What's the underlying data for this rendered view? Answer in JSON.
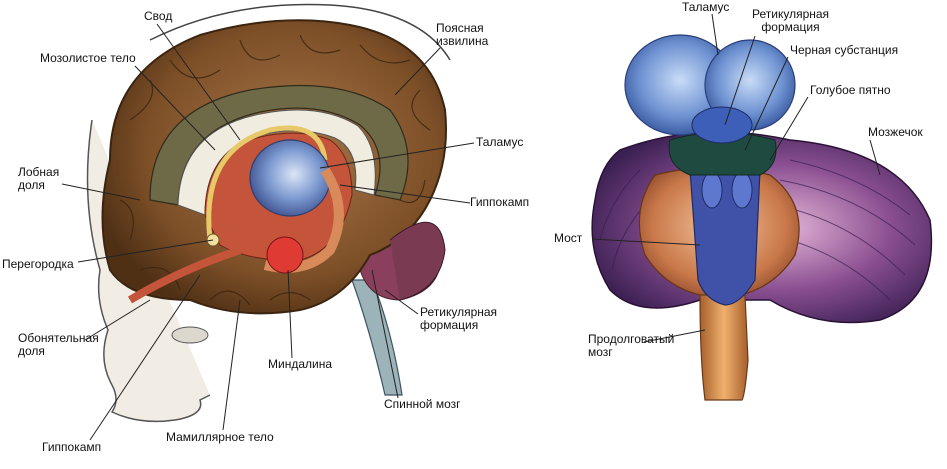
{
  "colors": {
    "cortex": "#8a5a2e",
    "cortex_dark": "#5e3a1a",
    "cingulate": "#6d6a4a",
    "limbic_red": "#c0503a",
    "fornix_yellow": "#e8c96a",
    "thalamus_blue": "#5b7fc4",
    "pons_orange": "#c9784a",
    "cerebellum_purple": "#6a3f7a",
    "medulla_orange": "#d9924f",
    "skin": "#f2ede4"
  },
  "left_diagram": {
    "labels": {
      "fornix": "Свод",
      "corpus_callosum": "Мозолистое тело",
      "cingulate_gyrus": "Поясная\nизвилина",
      "thalamus": "Таламус",
      "frontal_lobe": "Лобная\nдоля",
      "hippocampus_right": "Гиппокамп",
      "septum": "Перегородка",
      "reticular_formation": "Ретикулярная\nформация",
      "olfactory_lobe": "Обонятельная\nдоля",
      "amygdala": "Миндалина",
      "spinal_cord": "Спинной мозг",
      "hippocampus_bottom": "Гиппокамп",
      "mammillary_body": "Мамиллярное тело"
    }
  },
  "right_diagram": {
    "labels": {
      "thalamus": "Таламус",
      "reticular_formation": "Ретикулярная\nформация",
      "substantia_nigra": "Черная субстанция",
      "locus_coeruleus": "Голубое пятно",
      "cerebellum": "Мозжечок",
      "pons": "Мост",
      "medulla": "Продолговатый\nмозг"
    }
  }
}
